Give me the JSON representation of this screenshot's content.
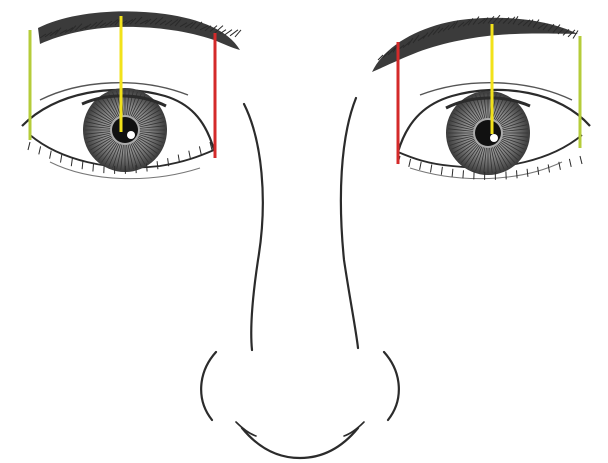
{
  "figure": {
    "subject": "eyebrow-proportion-illustration",
    "colors": {
      "background": "#ffffff",
      "ink": "#2b2b2b",
      "iris": "#5a5a5a",
      "pupil": "#111111",
      "guide_outer": "#b5cc3a",
      "guide_peak": "#f2e21a",
      "guide_inner": "#d42a2a"
    },
    "guides": [
      {
        "side": "left",
        "role": "eyebrow-tail",
        "color_key": "guide_outer"
      },
      {
        "side": "left",
        "role": "eyebrow-arch",
        "color_key": "guide_peak"
      },
      {
        "side": "left",
        "role": "eyebrow-start",
        "color_key": "guide_inner"
      },
      {
        "side": "right",
        "role": "eyebrow-start",
        "color_key": "guide_inner"
      },
      {
        "side": "right",
        "role": "eyebrow-arch",
        "color_key": "guide_peak"
      },
      {
        "side": "right",
        "role": "eyebrow-tail",
        "color_key": "guide_outer"
      }
    ]
  }
}
